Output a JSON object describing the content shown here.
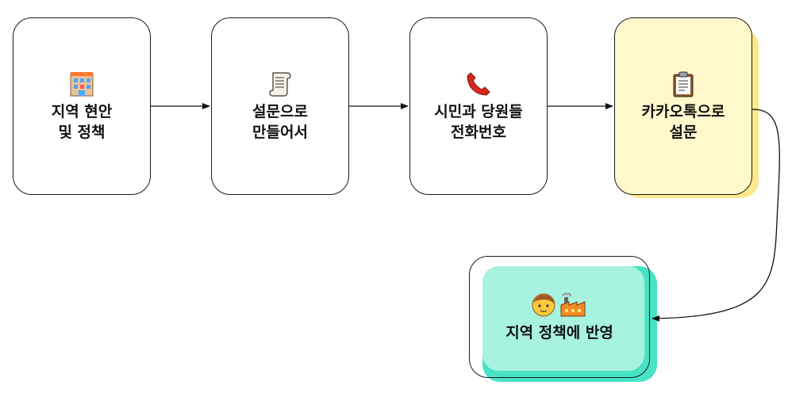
{
  "nodes": [
    {
      "id": "n1",
      "label": "지역 현안\n및 정책",
      "icons": [
        "building-icon"
      ]
    },
    {
      "id": "n2",
      "label": "설문으로\n만들어서",
      "icons": [
        "scroll-icon"
      ]
    },
    {
      "id": "n3",
      "label": "시민과 당원들\n전화번호",
      "icons": [
        "telephone-icon"
      ]
    },
    {
      "id": "n4",
      "label": "카카오톡으로\n설문",
      "icons": [
        "clipboard-icon"
      ],
      "highlight": "#fff7c7",
      "highlight_edge": "#fde88a"
    },
    {
      "id": "n5",
      "label": "지역 정책에 반영",
      "icons": [
        "person-icon",
        "factory-icon"
      ],
      "highlight": "#a8f2e0",
      "highlight_edge": "#47e3c4"
    }
  ],
  "edges": [
    {
      "from": "n1",
      "to": "n2"
    },
    {
      "from": "n2",
      "to": "n3"
    },
    {
      "from": "n3",
      "to": "n4"
    },
    {
      "from": "n4",
      "to": "n5"
    }
  ]
}
